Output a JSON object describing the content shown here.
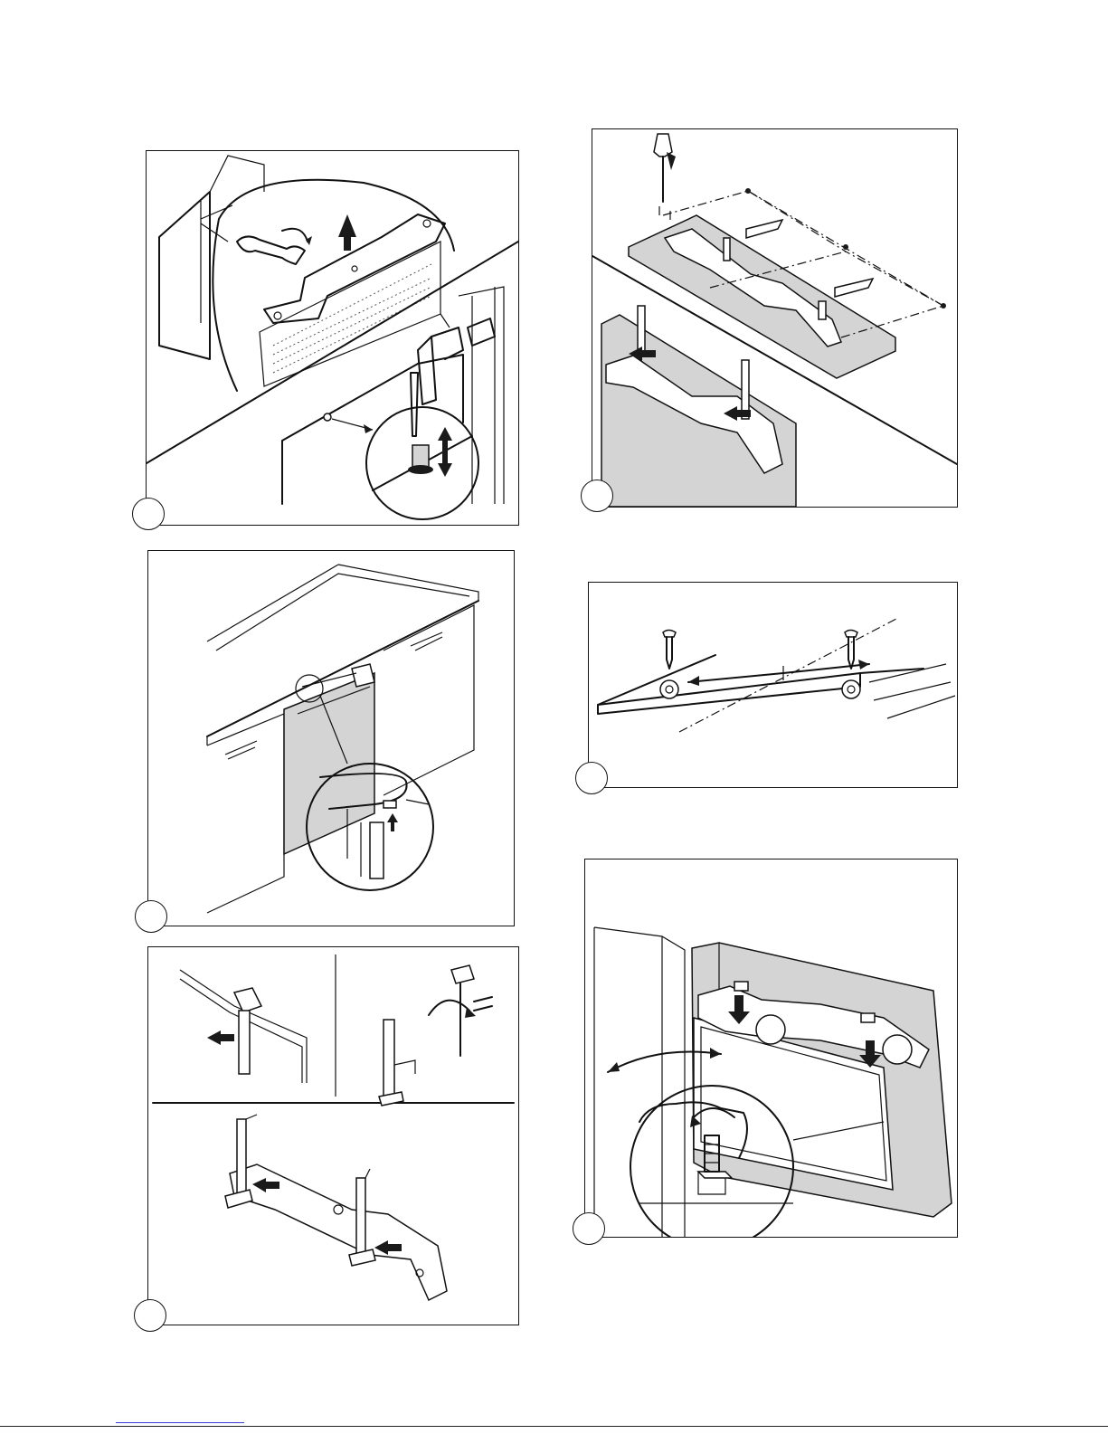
{
  "figures": [
    {
      "id": "fig-hinge-adjust",
      "step_label": ""
    },
    {
      "id": "fig-template-screw",
      "step_label": ""
    },
    {
      "id": "fig-door-align",
      "step_label": ""
    },
    {
      "id": "fig-screw-spacing",
      "step_label": ""
    },
    {
      "id": "fig-guide-mount",
      "step_label": ""
    },
    {
      "id": "fig-bracket-fix",
      "step_label": ""
    }
  ],
  "colors": {
    "line": "#111111",
    "panel_fill": "#d4d4d4",
    "footer_link": "#3a3adf"
  }
}
